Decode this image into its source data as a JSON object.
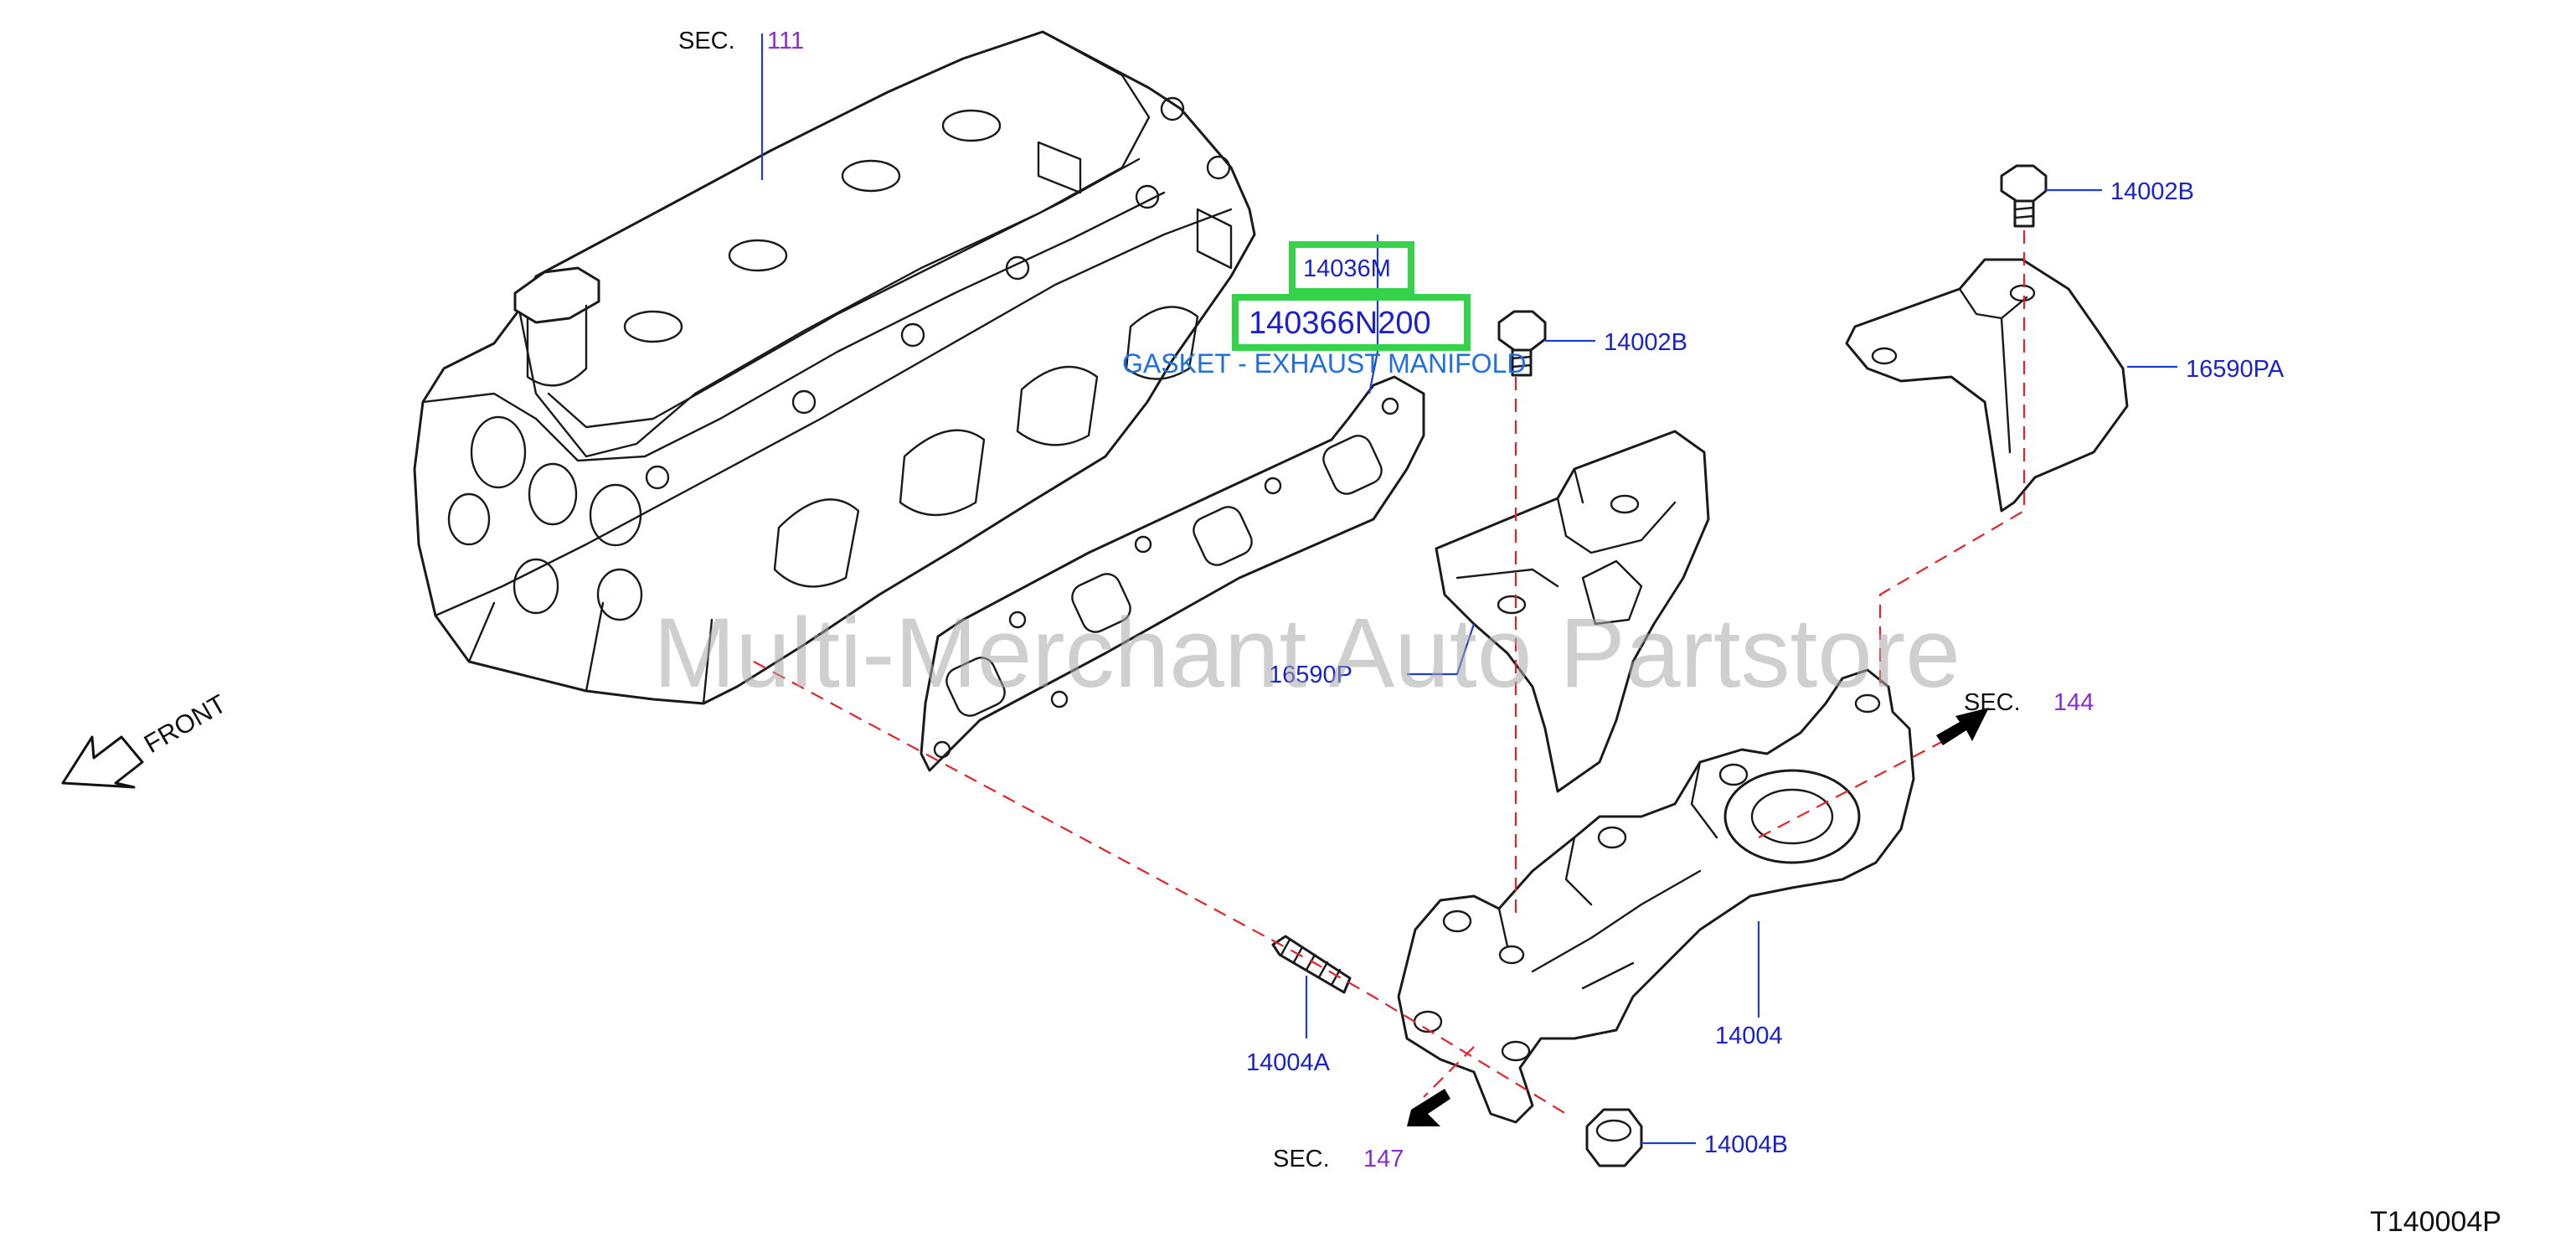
{
  "labels": {
    "sec_111_prefix": "SEC.",
    "sec_111_num": "111",
    "sec_144_prefix": "SEC.",
    "sec_144_num": "144",
    "sec_147_prefix": "SEC.",
    "sec_147_num": "147",
    "p14036M": "14036M",
    "p140366N200": "140366N200",
    "gasket_name": "GASKET - EXHAUST MANIFOLD",
    "p14002B_top": "14002B",
    "p14002B_mid": "14002B",
    "p16590PA": "16590PA",
    "p16590P": "16590P",
    "p14004": "14004",
    "p14004A": "14004A",
    "p14004B": "14004B",
    "front": "FRONT",
    "diagram_code": "T140004P",
    "watermark": "Multi-Merchant Auto Partstore"
  },
  "colors": {
    "part_number": "#1a22c8",
    "section_number": "#8a2bd6",
    "highlight": "#34d34a",
    "dashed_line": "#e0242a",
    "line_art": "#1a1a1a"
  },
  "icons": {
    "front_arrow": "outline-arrow-down-left-icon",
    "direction_arrow": "solid-arrow-icon"
  }
}
